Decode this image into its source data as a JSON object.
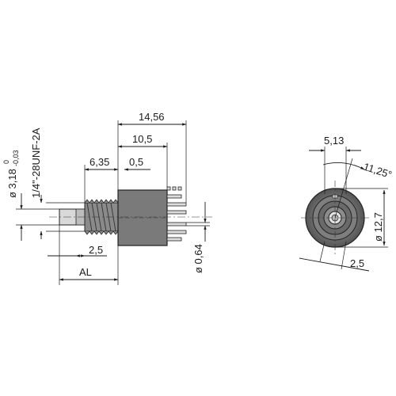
{
  "dimensions": {
    "overall_length": "14,56",
    "body_length": "10,5",
    "thread_length": "6,35",
    "gap": "0,5",
    "thread_tip": "2,5",
    "actuator_length": "AL",
    "pin_diameter": "ø 0,64",
    "shaft_diameter": "ø 3,18",
    "shaft_tol_upper": "0",
    "shaft_tol_lower": "-0,03",
    "thread_spec": "1/4\"-28UNF-2A",
    "front_width": "5,13",
    "index_angle": "11,25°",
    "front_diameter": "ø 12,7",
    "front_offset": "2,5"
  },
  "colors": {
    "body": "#7a7a7a",
    "body_dark": "#4a4a4a",
    "thread": "#8a8a8a",
    "line": "#1a1a1a"
  }
}
